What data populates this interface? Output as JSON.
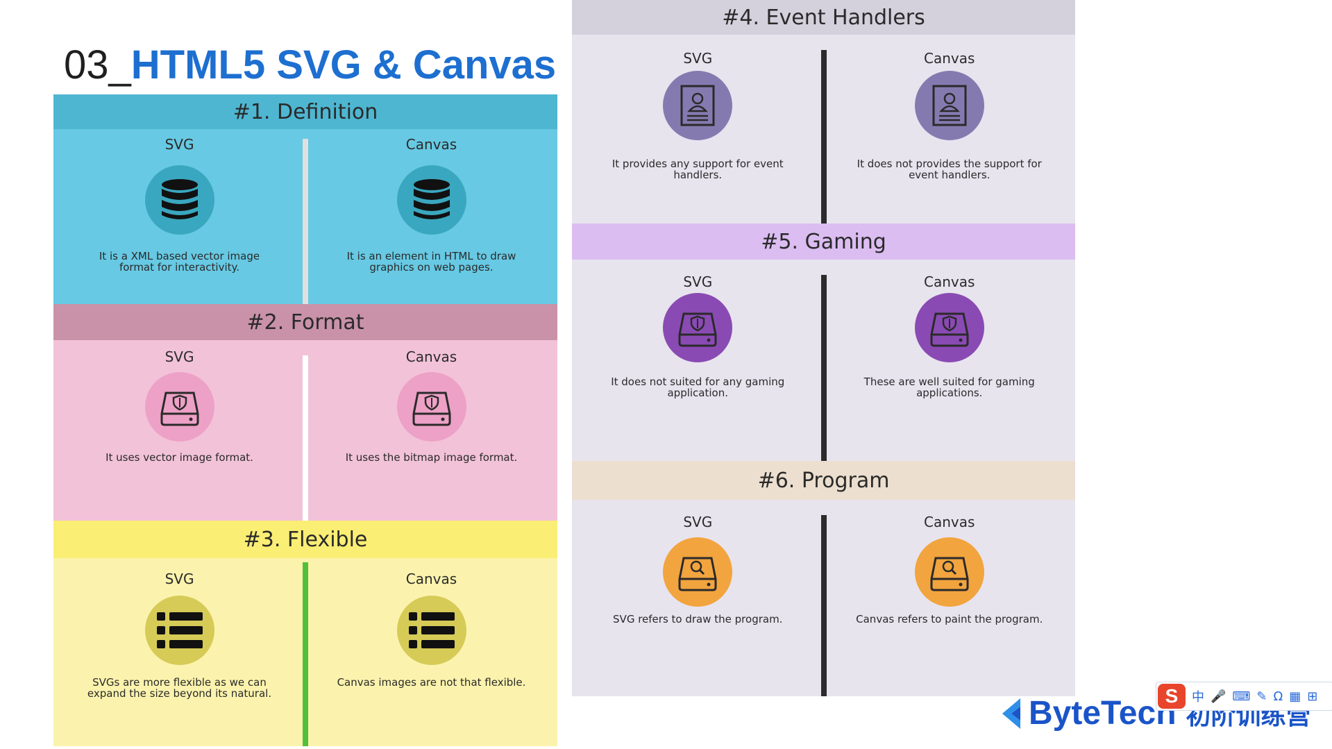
{
  "title": {
    "prefix": "03_",
    "main": "HTML5 SVG & Canvas"
  },
  "labels": {
    "svg": "SVG",
    "canvas": "Canvas"
  },
  "sections": [
    {
      "heading": "#1. Definition",
      "svg_desc": "It is a XML based vector image format for interactivity.",
      "canvas_desc": "It is an element in HTML to draw graphics on web pages.",
      "icon": "database-icon",
      "bg": "#67c9e3",
      "head_bg": "#4eb6d1",
      "circle": "#3aa7c0",
      "divider": "#e0e0e0"
    },
    {
      "heading": "#2. Format",
      "svg_desc": "It uses vector image format.",
      "canvas_desc": "It uses the bitmap image format.",
      "icon": "shield-drive-icon",
      "bg": "#f2c2d8",
      "head_bg": "#c992a8",
      "circle": "#eda1c6",
      "divider": "#ffffff"
    },
    {
      "heading": "#3. Flexible",
      "svg_desc": "SVGs are more flexible as we can expand the size beyond its natural.",
      "canvas_desc": "Canvas images are not that flexible.",
      "icon": "list-icon",
      "bg": "#fbf3ad",
      "head_bg": "#fbee74",
      "circle": "#d6cb57",
      "divider": "#50c03c"
    },
    {
      "heading": "#4. Event Handlers",
      "svg_desc": "It provides any support for event handlers.",
      "canvas_desc": "It does not provides the support for event handlers.",
      "icon": "profile-card-icon",
      "bg": "#e7e4ee",
      "head_bg": "#d4d0dc",
      "circle": "#857ab0",
      "divider": "#2b2b2b"
    },
    {
      "heading": "#5. Gaming",
      "svg_desc": "It does not suited for any gaming application.",
      "canvas_desc": "These are well suited for gaming applications.",
      "icon": "shield-drive-icon",
      "bg": "#e7e4ee",
      "head_bg": "#dbbdf2",
      "circle": "#8a4ab3",
      "divider": "#2b2b2b"
    },
    {
      "heading": "#6. Program",
      "svg_desc": "SVG refers to draw the program.",
      "canvas_desc": "Canvas refers to paint the program.",
      "icon": "search-drive-icon",
      "bg": "#e7e4ee",
      "head_bg": "#ecdfcf",
      "circle": "#f2a43e",
      "divider": "#2b2b2b"
    }
  ],
  "logo": {
    "name": "ByteTech",
    "cn": "初阶训练营"
  },
  "ime": {
    "brand": "S",
    "items": [
      "中",
      "🎤",
      "⌨",
      "✎",
      "Ω",
      "▦",
      "⊞"
    ]
  }
}
